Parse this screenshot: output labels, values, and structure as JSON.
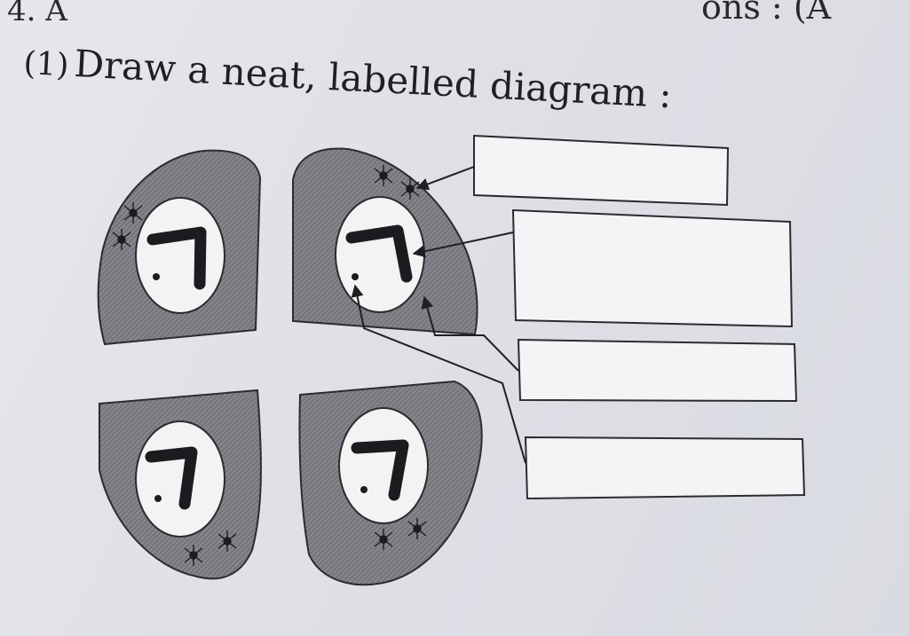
{
  "header": {
    "fragment_left": "4. A",
    "fragment_right": "ons : (A"
  },
  "question": {
    "number": "(1)",
    "text": "Draw a neat, labelled diagram :"
  },
  "diagram": {
    "cells": [
      "cell-top-left",
      "cell-top-right",
      "cell-bottom-left",
      "cell-bottom-right"
    ],
    "label_boxes": [
      "",
      "",
      "",
      ""
    ],
    "colors": {
      "cytoplasm": "#7c7d83",
      "nucleus": "#f3f3f3",
      "chromosome": "#1c1c20",
      "line": "#2b2b30"
    }
  }
}
